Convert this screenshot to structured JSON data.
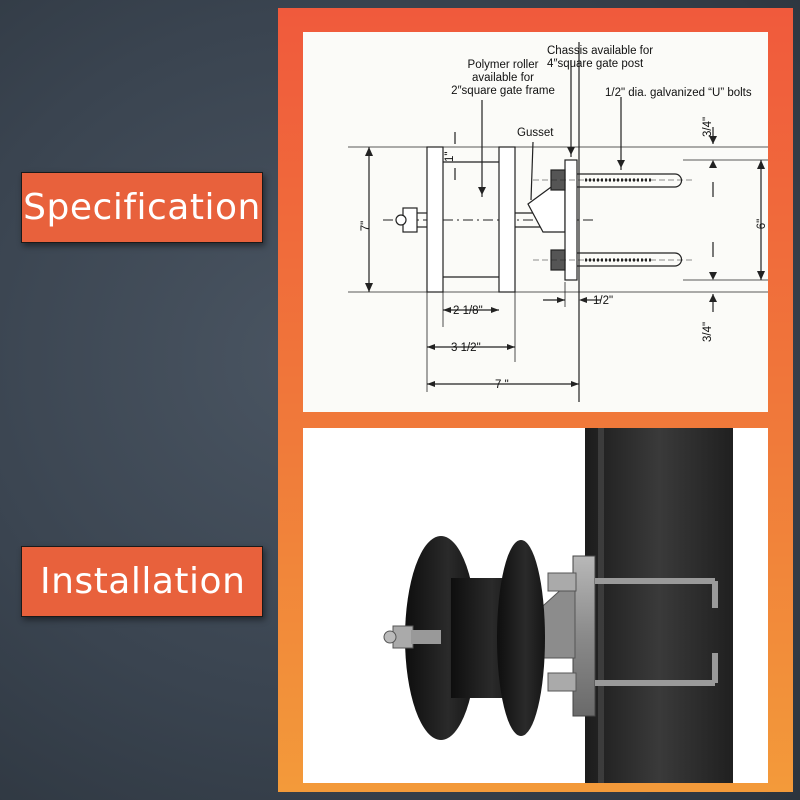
{
  "labels": {
    "specification": "Specification",
    "installation": "Installation"
  },
  "drawing": {
    "callout_roller": [
      "Polymer roller",
      "available for",
      "2″square gate frame"
    ],
    "callout_chassis": [
      "Chassis available for",
      "4″square gate post"
    ],
    "callout_bolts": "1/2\" dia. galvanized “U” bolts",
    "callout_gusset": "Gusset",
    "dim_1": "1\"",
    "dim_7_vertical": "7\"",
    "dim_34_top": "3/4\"",
    "dim_6": "6\"",
    "dim_34_bottom": "3/4\"",
    "dim_2_18": "2 1/8\"",
    "dim_12": "1/2\"",
    "dim_3_12": "3 1/2\"",
    "dim_7_horizontal": "7 \""
  },
  "colors": {
    "accent": "#e8613c",
    "background": "#3a4450"
  }
}
